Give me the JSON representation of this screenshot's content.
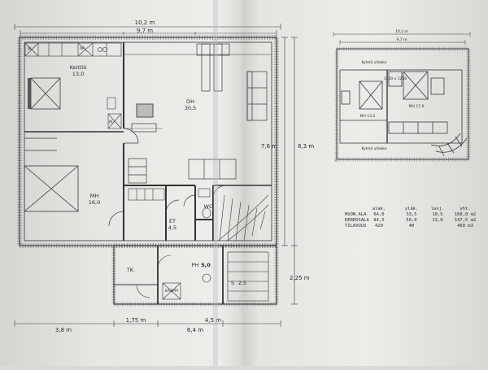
{
  "main_plan": {
    "dims": {
      "overall_width": "10,2 m",
      "inner_width": "9,7 m",
      "depth_inner": "7,6 m",
      "depth_outer": "8,3 m",
      "annex_height": "2,25 m",
      "bottom_left": "3,8 m",
      "bottom_mid": "1,75 m",
      "bottom_right_a": "6,4 m",
      "bottom_right_b": "4,5 m"
    },
    "rooms": [
      {
        "label": "Keittiö",
        "area": "13,0"
      },
      {
        "label": "OH",
        "area": "30,5"
      },
      {
        "label": "MH",
        "area": "16,0"
      },
      {
        "label": "ET",
        "area": "4,5"
      },
      {
        "label": "WC",
        "area": ""
      },
      {
        "label": "TK",
        "area": ""
      },
      {
        "label": "PH",
        "area": "5,0"
      },
      {
        "label": "S",
        "area": "2,5"
      }
    ],
    "small_labels": {
      "jk": "JK",
      "kaappi": "KAAPPI",
      "ap": "AP"
    }
  },
  "upper_plan": {
    "dims": {
      "width_top": "10,2 m",
      "width_inner": "9,7 m"
    },
    "labels": {
      "kylma_top": "Kylmä ullakko",
      "kylma_bottom": "Kylmä ullakko",
      "mh_left": "MH 13,5",
      "mh_right": "MH 17,0",
      "small_room": "3150 x 1250"
    }
  },
  "area_table": {
    "headers": [
      "alak.",
      "yläk.",
      "lasj.",
      "yht."
    ],
    "rows": [
      {
        "label": "HUON.ALA",
        "values": [
          "64,0",
          "33,5",
          "10,5",
          "108,0 m2"
        ]
      },
      {
        "label": "KERROSALA",
        "values": [
          "84,5",
          "50,0",
          "13,0",
          "147,5 m2"
        ]
      },
      {
        "label": "TILAVUUS",
        "values": [
          "420",
          "40",
          "",
          "460 m3"
        ]
      }
    ]
  }
}
